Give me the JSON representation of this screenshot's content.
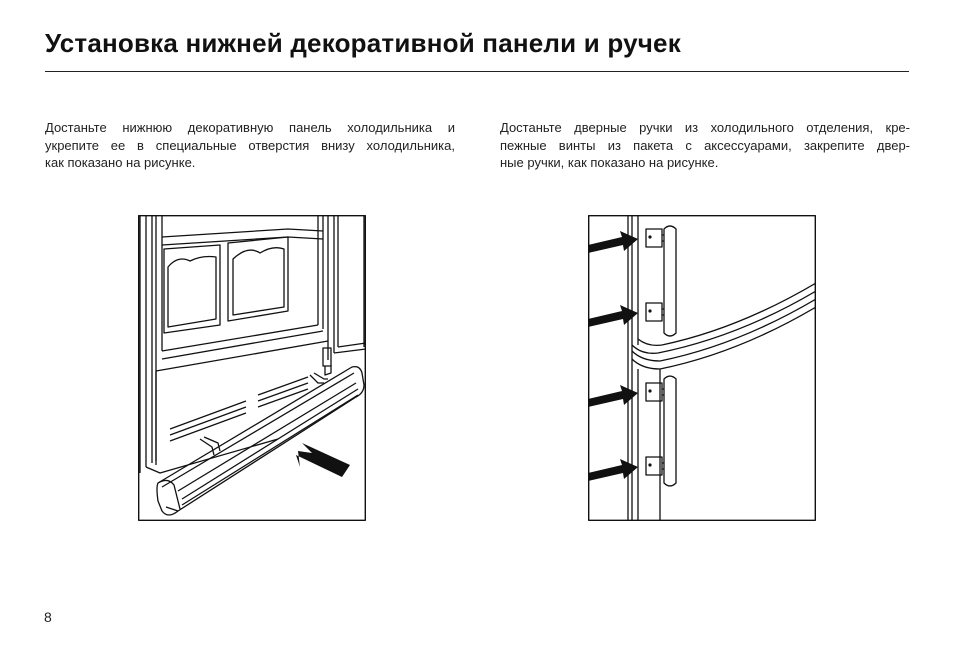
{
  "page": {
    "title": "Установка нижней декоративной панели и ручек",
    "page_number": "8"
  },
  "left_column": {
    "lines": [
      "Достаньте нижнюю декоративную панель холодильника и",
      "укрепите ее в специальные отверстия внизу холодильника,",
      "как показано на рисунке."
    ]
  },
  "right_column": {
    "lines": [
      "Достаньте дверные ручки из холодильного отделения, кре-",
      "пежные винты из пакета с аксессуарами, закрепите двер-",
      "ные ручки, как показано на рисунке."
    ]
  },
  "figures": {
    "left_icon": "refrigerator-bottom-panel-illustration",
    "right_icon": "refrigerator-door-handles-illustration"
  }
}
